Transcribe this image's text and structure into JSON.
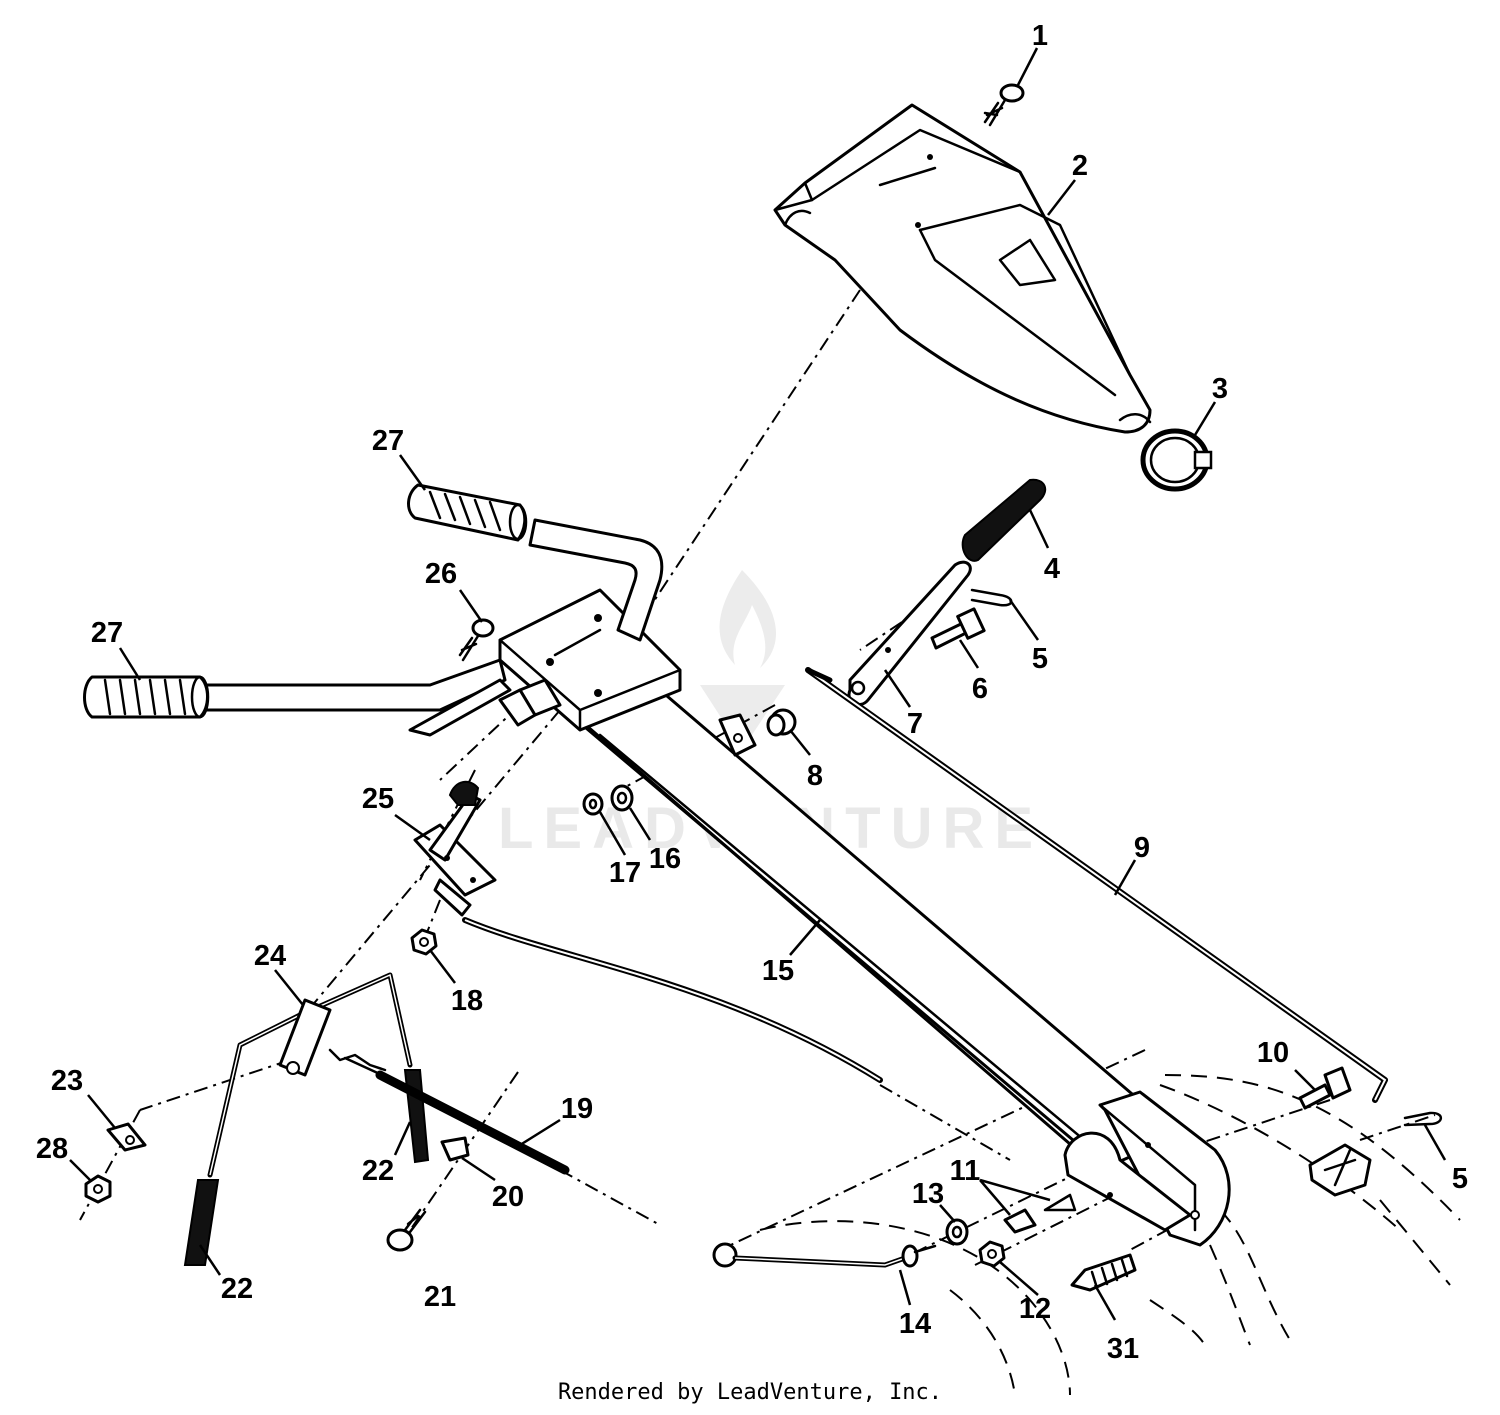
{
  "watermark": {
    "text": "LEADVENTURE"
  },
  "footer": {
    "credit": "Rendered by LeadVenture, Inc."
  },
  "callouts": [
    {
      "id": "c1",
      "label": "1"
    },
    {
      "id": "c2",
      "label": "2"
    },
    {
      "id": "c3",
      "label": "3"
    },
    {
      "id": "c4",
      "label": "4"
    },
    {
      "id": "c5a",
      "label": "5"
    },
    {
      "id": "c5b",
      "label": "5"
    },
    {
      "id": "c6",
      "label": "6"
    },
    {
      "id": "c7",
      "label": "7"
    },
    {
      "id": "c8",
      "label": "8"
    },
    {
      "id": "c9",
      "label": "9"
    },
    {
      "id": "c10",
      "label": "10"
    },
    {
      "id": "c11",
      "label": "11"
    },
    {
      "id": "c12",
      "label": "12"
    },
    {
      "id": "c13",
      "label": "13"
    },
    {
      "id": "c14",
      "label": "14"
    },
    {
      "id": "c15",
      "label": "15"
    },
    {
      "id": "c16",
      "label": "16"
    },
    {
      "id": "c17",
      "label": "17"
    },
    {
      "id": "c18",
      "label": "18"
    },
    {
      "id": "c19",
      "label": "19"
    },
    {
      "id": "c20",
      "label": "20"
    },
    {
      "id": "c21",
      "label": "21"
    },
    {
      "id": "c22a",
      "label": "22"
    },
    {
      "id": "c22b",
      "label": "22"
    },
    {
      "id": "c23",
      "label": "23"
    },
    {
      "id": "c24",
      "label": "24"
    },
    {
      "id": "c25",
      "label": "25"
    },
    {
      "id": "c26",
      "label": "26"
    },
    {
      "id": "c27a",
      "label": "27"
    },
    {
      "id": "c27b",
      "label": "27"
    },
    {
      "id": "c28",
      "label": "28"
    },
    {
      "id": "c31",
      "label": "31"
    }
  ]
}
